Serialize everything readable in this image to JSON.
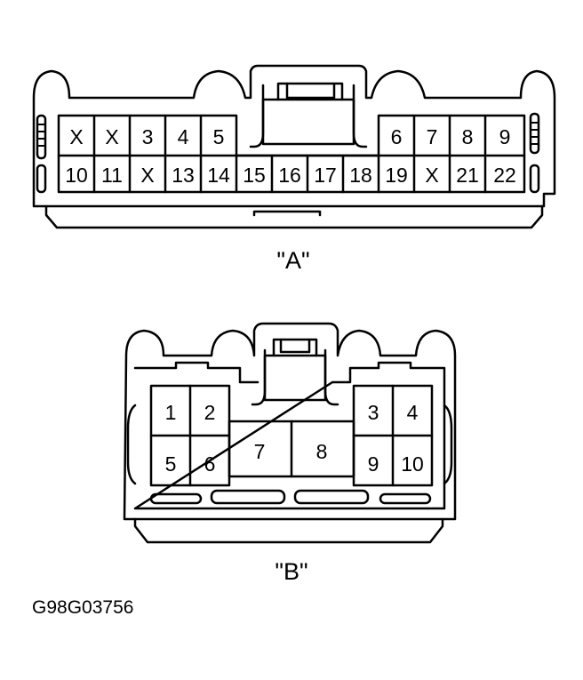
{
  "connector_a": {
    "caption": "\"A\"",
    "top_row": [
      "X",
      "X",
      "3",
      "4",
      "5",
      "6",
      "7",
      "8",
      "9"
    ],
    "bottom_row": [
      "10",
      "11",
      "X",
      "13",
      "14",
      "15",
      "16",
      "17",
      "18",
      "19",
      "X",
      "21",
      "22"
    ]
  },
  "connector_b": {
    "caption": "\"B\"",
    "pins": [
      "1",
      "2",
      "3",
      "4",
      "5",
      "6",
      "7",
      "8",
      "9",
      "10"
    ]
  },
  "figure_id": "G98G03756"
}
